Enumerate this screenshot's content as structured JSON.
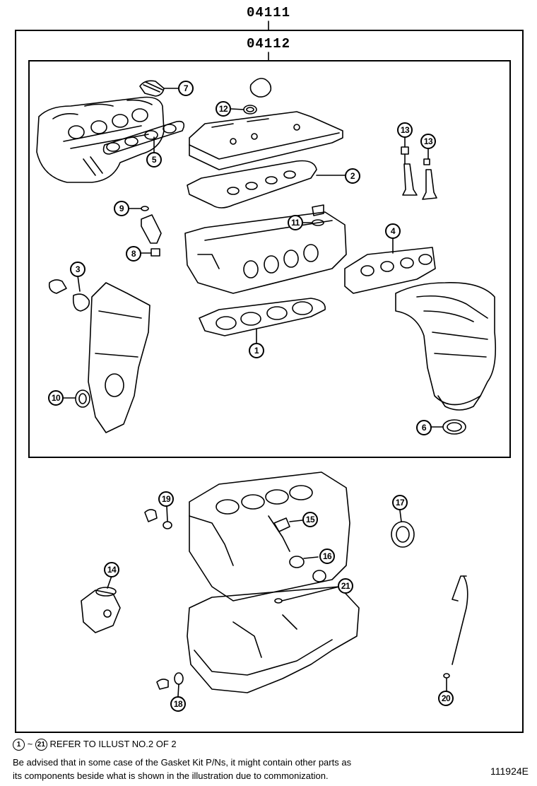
{
  "kit_outer": "04111",
  "kit_inner": "04112",
  "callouts": [
    "1",
    "2",
    "3",
    "4",
    "5",
    "6",
    "7",
    "8",
    "9",
    "10",
    "11",
    "12",
    "13",
    "14",
    "15",
    "16",
    "17",
    "18",
    "19",
    "20",
    "21"
  ],
  "note": {
    "range_start": "1",
    "tilde": "~",
    "range_end": "21",
    "refer_text": "REFER TO ILLUST NO.2 OF 2",
    "line1": "Be advised that in some case of the Gasket Kit P/Ns,  it might contain other parts as",
    "line2": "its components beside what is shown in the illustration due to commonization."
  },
  "illustration_id": "111924E"
}
